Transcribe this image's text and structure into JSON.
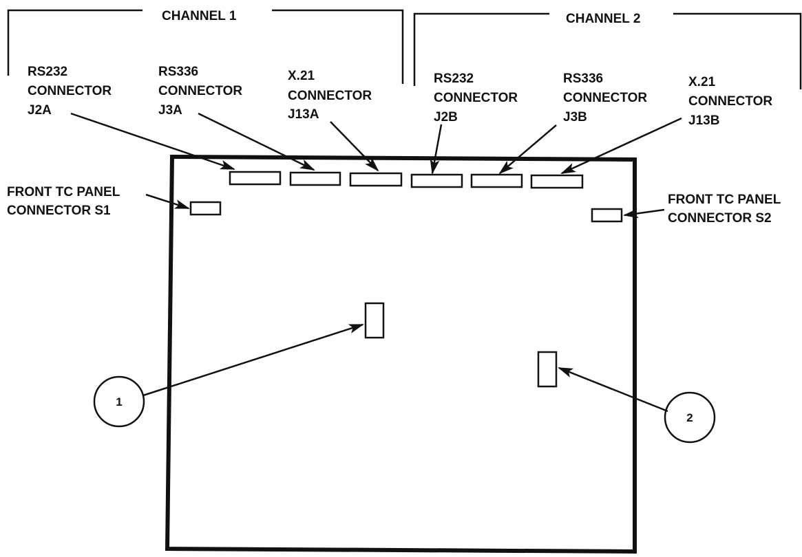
{
  "colors": {
    "ink": "#111111",
    "background": "#ffffff"
  },
  "channels": {
    "ch1": {
      "label": "CHANNEL 1"
    },
    "ch2": {
      "label": "CHANNEL 2"
    }
  },
  "connectors": {
    "rs232_a": {
      "line1": "RS232",
      "line2": "CONNECTOR",
      "line3": "J2A"
    },
    "rs336_a": {
      "line1": "RS336",
      "line2": "CONNECTOR",
      "line3": "J3A"
    },
    "x21_a": {
      "line1": "X.21",
      "line2": "CONNECTOR",
      "line3": "J13A"
    },
    "rs232_b": {
      "line1": "RS232",
      "line2": "CONNECTOR",
      "line3": "J2B"
    },
    "rs336_b": {
      "line1": "RS336",
      "line2": "CONNECTOR",
      "line3": "J3B"
    },
    "x21_b": {
      "line1": "X.21",
      "line2": "CONNECTOR",
      "line3": "J13B"
    }
  },
  "front_panel": {
    "s1": {
      "line1": "FRONT TC PANEL",
      "line2": "CONNECTOR S1"
    },
    "s2": {
      "line1": "FRONT TC PANEL",
      "line2": "CONNECTOR S2"
    }
  },
  "callouts": {
    "c1": "1",
    "c2": "2"
  }
}
